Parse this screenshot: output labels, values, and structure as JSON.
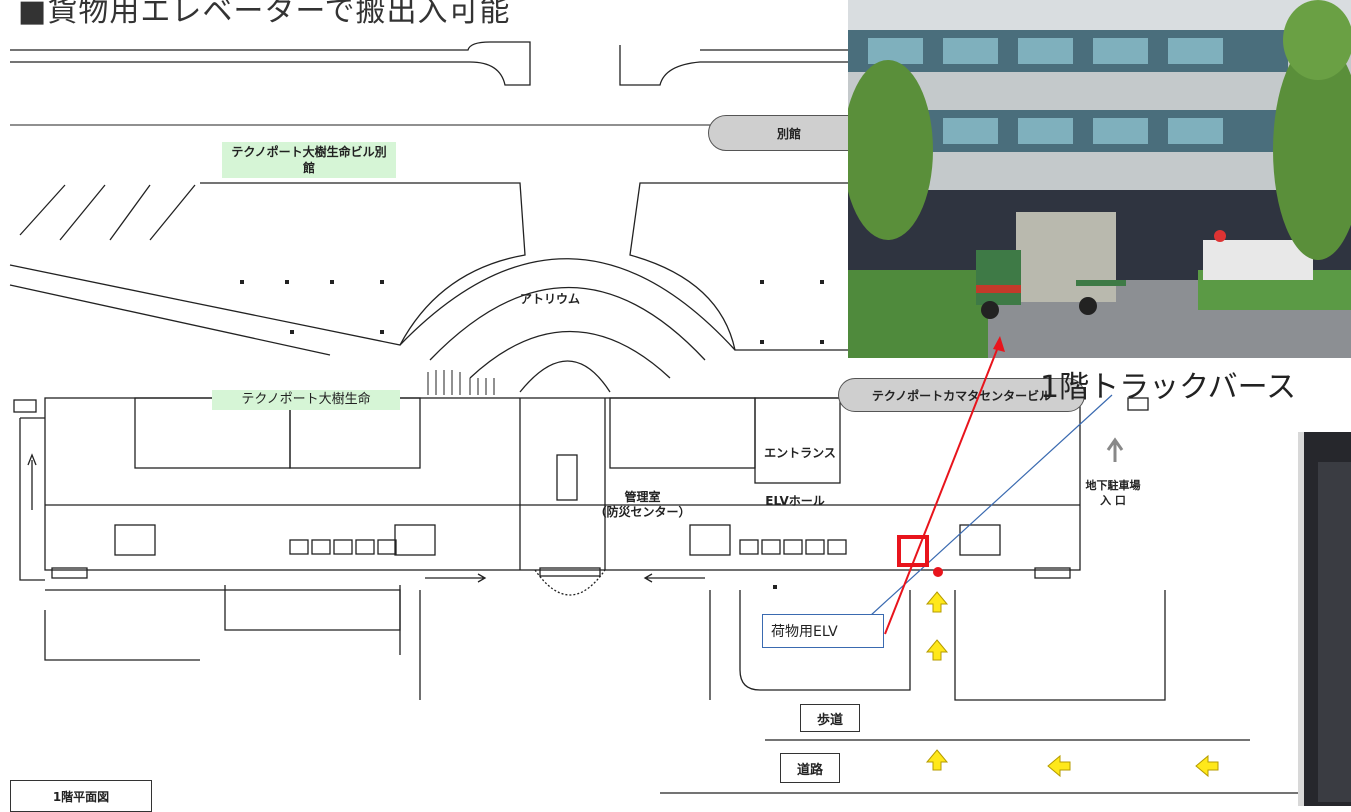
{
  "heading": "■貨物用エレベーターで搬出入可能",
  "plan": {
    "annex_label": "テクノポート大樹生命ビル別館",
    "annex_pill": "別館",
    "atrium": "アトリウム",
    "main_label": "テクノポート大樹生命",
    "kamata_pill": "テクノポートカマタセンタービル",
    "entrance": "エントランス",
    "elv_hall": "ELVホール",
    "management": "管理室\n（防災センター）",
    "parking_entrance": "地下駐車場\n入 口",
    "sidewalk": "歩道",
    "road": "道路",
    "floor_caption": "1階平面図"
  },
  "annotations": {
    "truck_berth": "1階トラックバース",
    "freight_elv": "荷物用ELV"
  },
  "colors": {
    "annotation_red": "#e8141c",
    "connector_blue": "#3a6ab0",
    "arrow_yellow": "#ffe81a",
    "label_green": "#d6f5d6"
  }
}
